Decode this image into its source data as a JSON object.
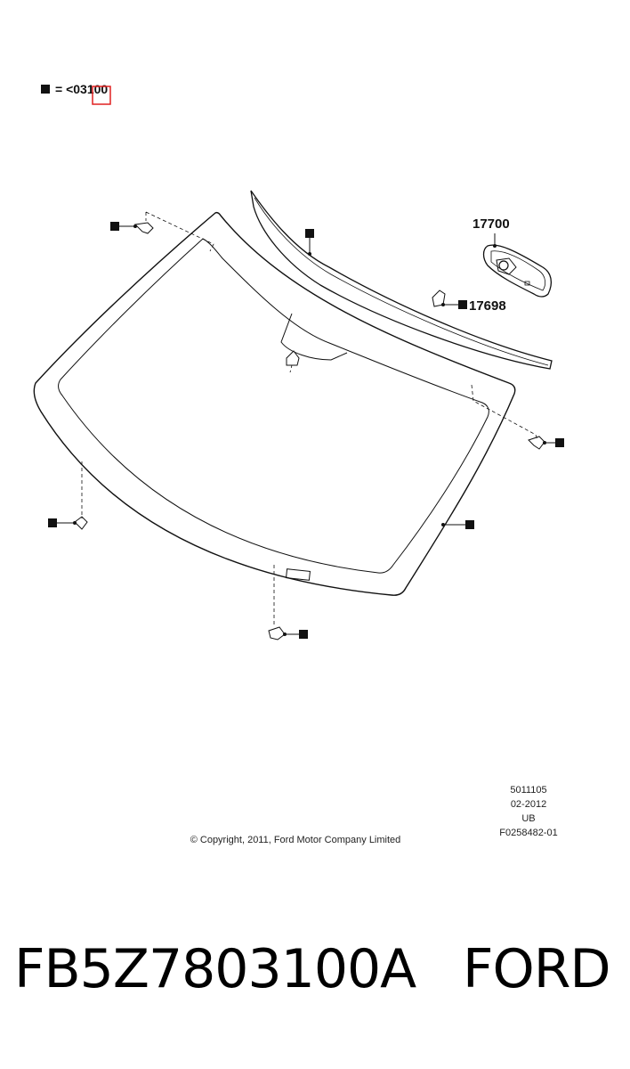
{
  "legend": {
    "text": "= <03100"
  },
  "callouts": {
    "mirror_label": "17700",
    "mirror_bracket_label": "17698"
  },
  "meta": {
    "lines": [
      "5011105",
      "02-2012",
      "UB",
      "F0258482-01"
    ],
    "copyright": "© Copyright, 2011, Ford Motor Company Limited"
  },
  "footer": {
    "part_number": "FB5Z7803100A",
    "brand": "FORD"
  },
  "colors": {
    "line": "#111111",
    "highlight": "#e02020"
  }
}
